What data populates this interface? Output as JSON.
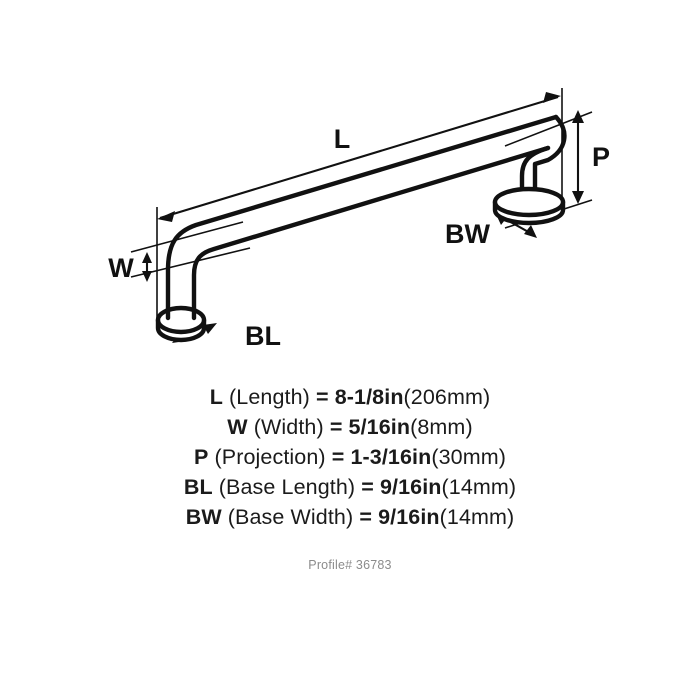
{
  "drawing": {
    "title": "cabinet-pull-dimension-diagram",
    "labels": {
      "length": "L",
      "width": "W",
      "projection": "P",
      "base_length": "BL",
      "base_width": "BW"
    }
  },
  "specs": [
    {
      "symbol": "L",
      "name": "(Length)",
      "equals": "=",
      "value": "8-1/8in",
      "metric": "(206mm)"
    },
    {
      "symbol": "W",
      "name": "(Width)",
      "equals": "=",
      "value": "5/16in",
      "metric": "(8mm)"
    },
    {
      "symbol": "P",
      "name": "(Projection)",
      "equals": "=",
      "value": "1-3/16in",
      "metric": "(30mm)"
    },
    {
      "symbol": "BL",
      "name": "(Base Length)",
      "equals": "=",
      "value": "9/16in",
      "metric": "(14mm)"
    },
    {
      "symbol": "BW",
      "name": "(Base Width)",
      "equals": "=",
      "value": "9/16in",
      "metric": "(14mm)"
    }
  ],
  "profile": {
    "text": "Profile# 36783"
  },
  "colors": {
    "ink": "#111111",
    "background": "#ffffff",
    "profile_text": "#8b8b8b"
  }
}
